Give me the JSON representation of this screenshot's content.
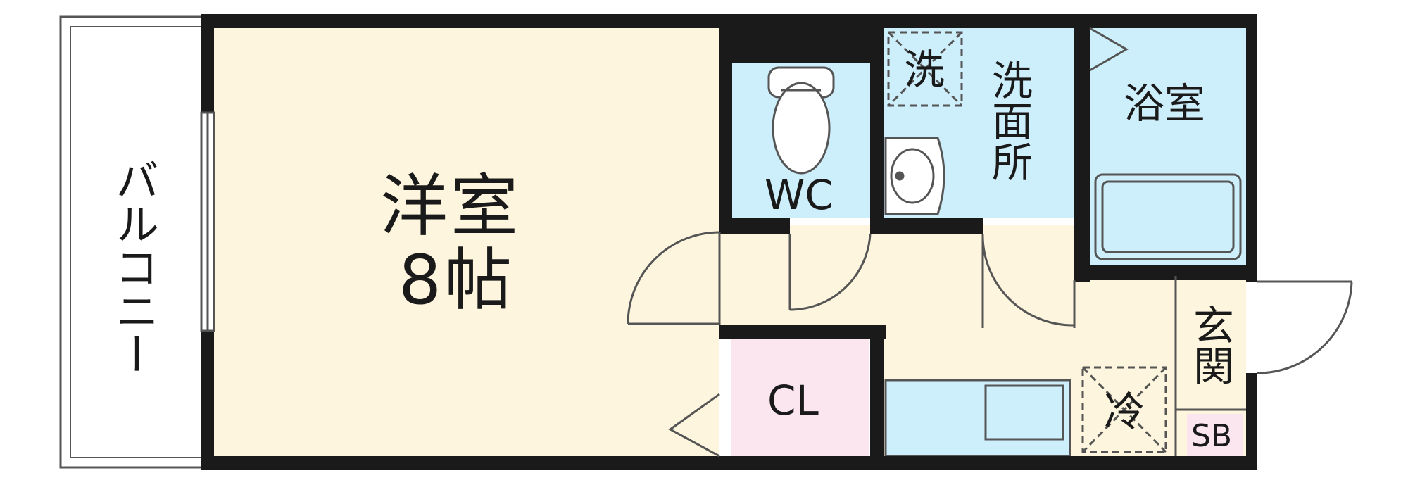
{
  "plan": {
    "labels": {
      "western_room": "洋室",
      "western_room_size": "8帖",
      "balcony": "バルコニー",
      "wc": "WC",
      "washroom": "洗面所",
      "washer": "洗",
      "bathroom": "浴室",
      "entrance": "玄関",
      "closet": "CL",
      "fridge": "冷",
      "shoe_box": "SB"
    },
    "colors": {
      "wall": "#1a1a1a",
      "western_room_floor": "#fdf5dd",
      "kitchen_floor": "#fdf5dd",
      "water_area": "#cdeefb",
      "closet_floor": "#fbe6ef",
      "entrance_floor": "#fdf5dd",
      "balcony_floor": "#ffffff"
    }
  }
}
